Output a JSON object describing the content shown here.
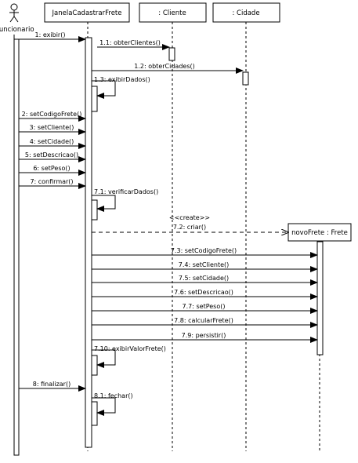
{
  "actor": {
    "name": "Funcionario"
  },
  "lifelines": [
    {
      "id": "janela",
      "label": "JanelaCadastrarFrete"
    },
    {
      "id": "cliente",
      "label": ": Cliente"
    },
    {
      "id": "cidade",
      "label": ": Cidade"
    }
  ],
  "created_object": {
    "label": "novoFrete : Frete",
    "stereotype": "<<create>>"
  },
  "messages": [
    {
      "id": "m1",
      "label": "1: exibir()"
    },
    {
      "id": "m1_1",
      "label": "1.1: obterClientes()"
    },
    {
      "id": "m1_2",
      "label": "1.2: obterCidades()"
    },
    {
      "id": "m1_3",
      "label": "1.3: exibirDados()"
    },
    {
      "id": "m2",
      "label": "2: setCodigoFrete()"
    },
    {
      "id": "m3",
      "label": "3: setCliente()"
    },
    {
      "id": "m4",
      "label": "4: setCidade()"
    },
    {
      "id": "m5",
      "label": "5: setDescricao()"
    },
    {
      "id": "m6",
      "label": "6: setPeso()"
    },
    {
      "id": "m7",
      "label": "7: confirmar()"
    },
    {
      "id": "m7_1",
      "label": "7.1: verificarDados()"
    },
    {
      "id": "m7_2",
      "label": "7.2: criar()"
    },
    {
      "id": "m7_3",
      "label": "7.3: setCodigoFrete()"
    },
    {
      "id": "m7_4",
      "label": "7.4: setCliente()"
    },
    {
      "id": "m7_5",
      "label": "7.5: setCidade()"
    },
    {
      "id": "m7_6",
      "label": "7.6: setDescricao()"
    },
    {
      "id": "m7_7",
      "label": "7.7: setPeso()"
    },
    {
      "id": "m7_8",
      "label": "7.8: calcularFrete()"
    },
    {
      "id": "m7_9",
      "label": "7.9: persistir()"
    },
    {
      "id": "m7_10",
      "label": "7.10: exibirValorFrete()"
    },
    {
      "id": "m8",
      "label": "8: finalizar()"
    },
    {
      "id": "m8_1",
      "label": "8.1: fechar()"
    }
  ]
}
